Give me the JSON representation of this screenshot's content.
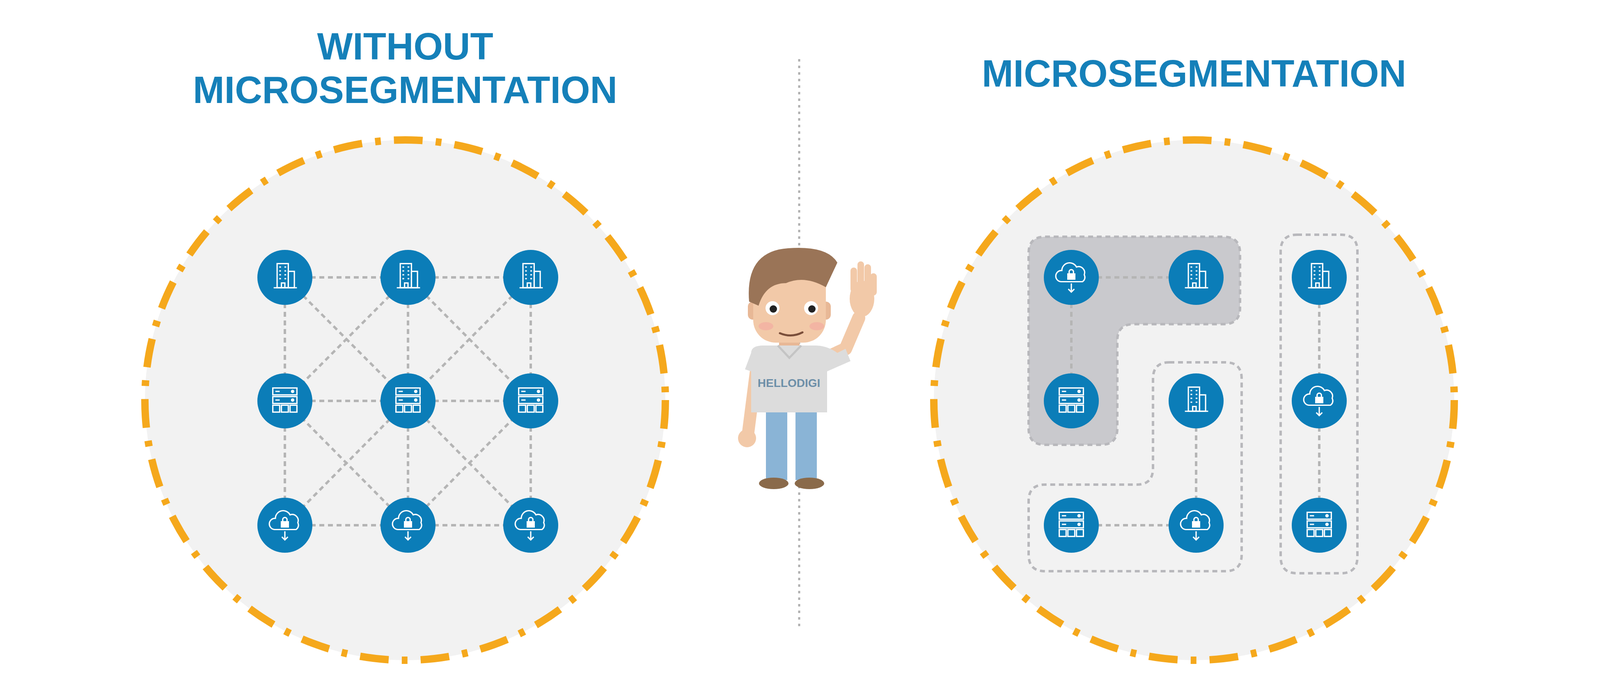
{
  "diagram": {
    "nodes": [
      {
        "text": [
          "WITHOUT MICROSEGMENTATION"
        ]
      },
      {
        "text": [
          "MICROSEGMENTATION"
        ]
      }
    ],
    "labels": [
      "HELLODIGI"
    ]
  }
}
